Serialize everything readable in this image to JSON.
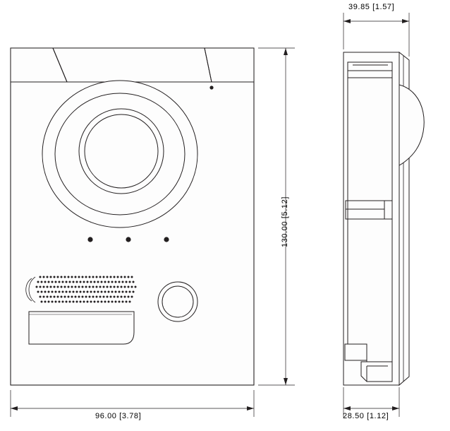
{
  "drawing": {
    "title": "door-station-dimensional-drawing",
    "views": [
      {
        "name": "front-view",
        "label": ""
      },
      {
        "name": "side-view",
        "label": ""
      }
    ],
    "dimensions": {
      "front_width": "96.00 [3.78]",
      "front_height": "130.00 [5.12]",
      "side_depth_top": "39.85 [1.57]",
      "side_depth_bottom": "28.50 [1.12]"
    },
    "colors": {
      "line": "#231f20",
      "background": "#ffffff",
      "fill_light": "#fdfdfd"
    }
  }
}
